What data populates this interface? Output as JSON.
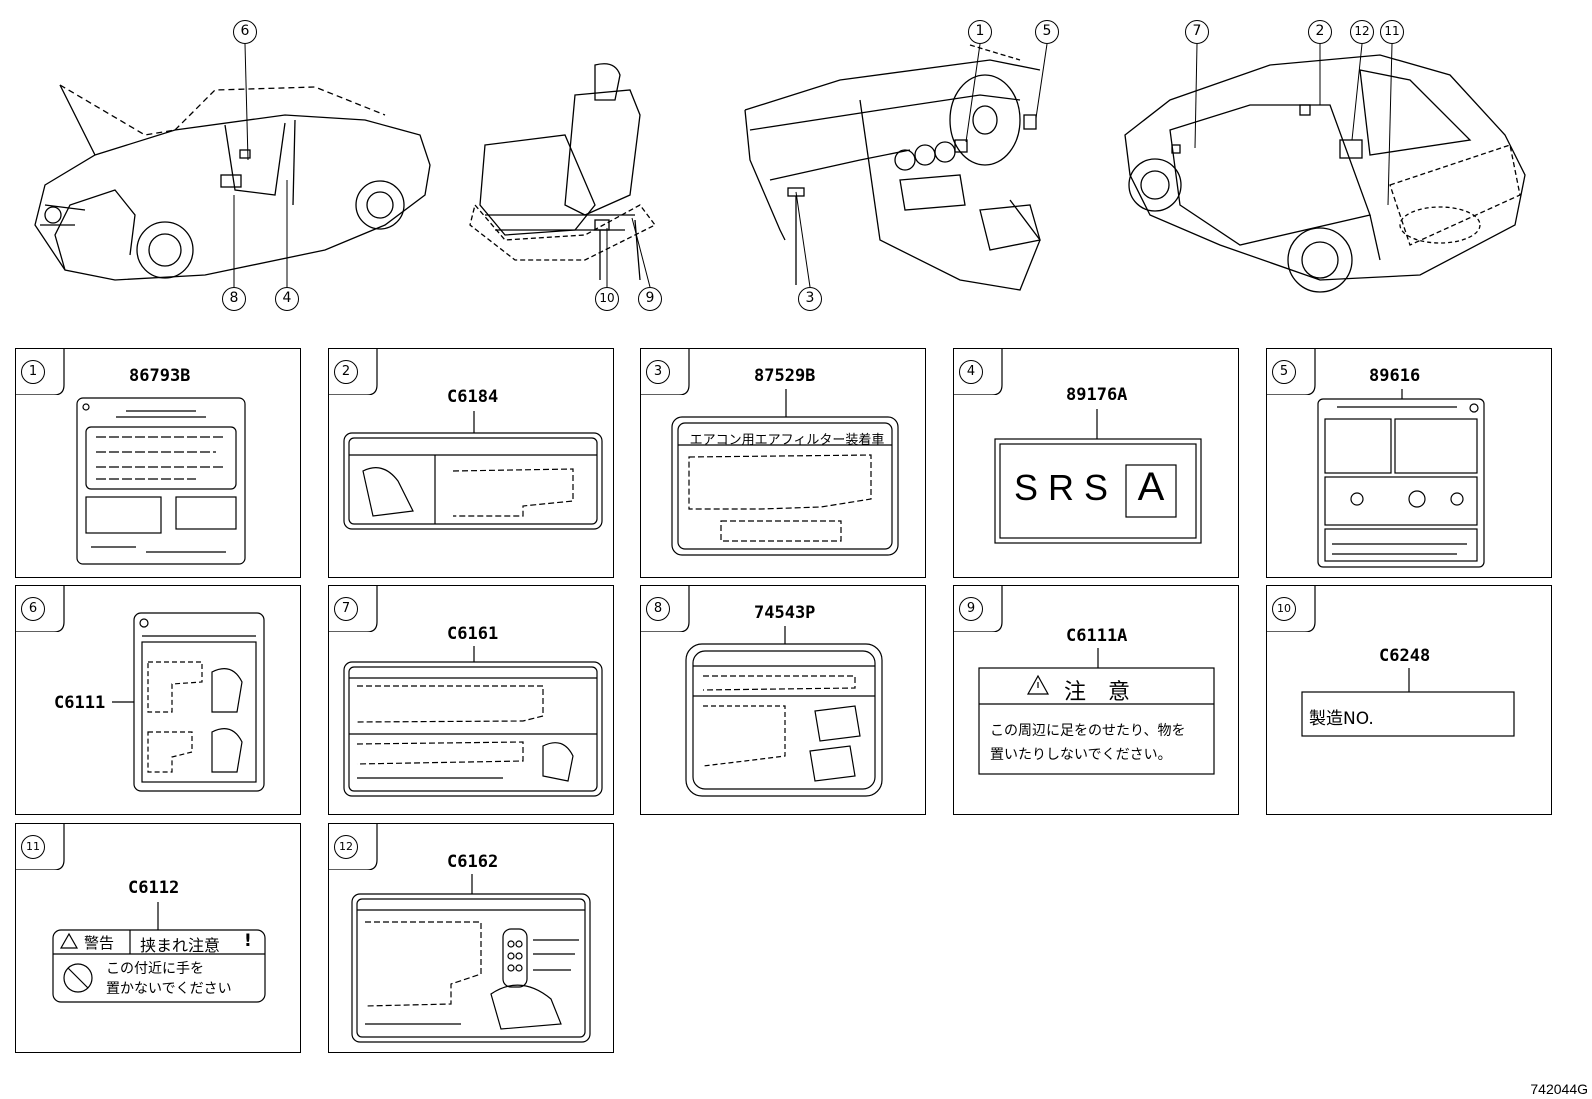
{
  "callouts": [
    "6",
    "8",
    "4",
    "10",
    "9",
    "1",
    "5",
    "3",
    "7",
    "2",
    "12",
    "11"
  ],
  "panels": [
    {
      "num": "1",
      "code": "86793B"
    },
    {
      "num": "2",
      "code": "C6184"
    },
    {
      "num": "3",
      "code": "87529B"
    },
    {
      "num": "4",
      "code": "89176A"
    },
    {
      "num": "5",
      "code": "89616"
    },
    {
      "num": "6",
      "code": "C6111"
    },
    {
      "num": "7",
      "code": "C6161"
    },
    {
      "num": "8",
      "code": "74543P"
    },
    {
      "num": "9",
      "code": "C6111A"
    },
    {
      "num": "10",
      "code": "C6248"
    },
    {
      "num": "11",
      "code": "C6112"
    },
    {
      "num": "12",
      "code": "C6162"
    }
  ],
  "labels": {
    "p3_header": "エアコン用エアフィルター装着車",
    "p4_srs": "S R S",
    "p4_letter": "A",
    "p9_title": "注　意",
    "p9_line1": "この周辺に足をのせたり、物を",
    "p9_line2": "置いたりしないでください。",
    "p10_text": "製造NO.",
    "p11_warn": "警告",
    "p11_title": "挟まれ注意",
    "p11_excl": "!",
    "p11_line1": "この付近に手を",
    "p11_line2": "置かないでください"
  },
  "figure_id": "742044G"
}
